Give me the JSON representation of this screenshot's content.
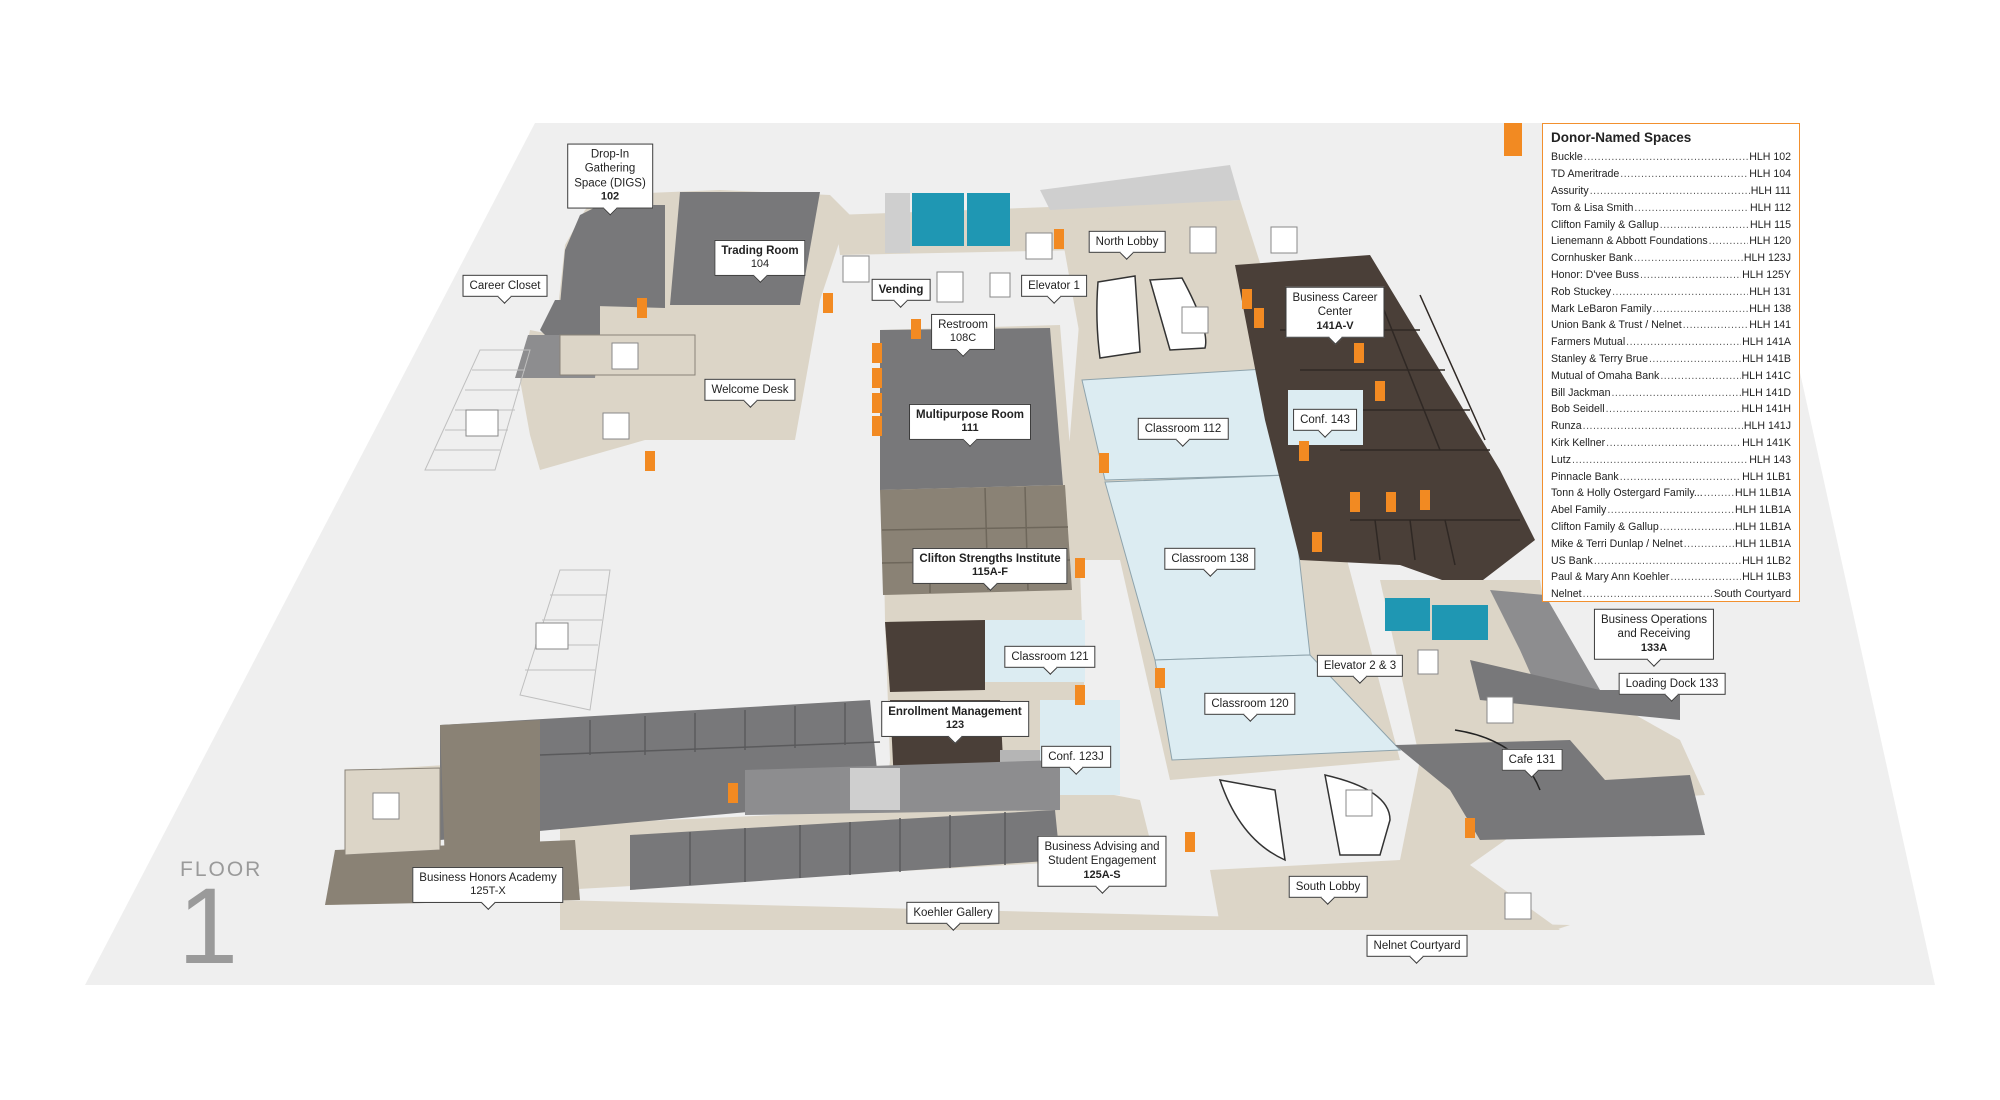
{
  "floor": {
    "word": "FLOOR",
    "number": "1"
  },
  "colors": {
    "donor_orange": "#f28a22",
    "restroom_teal": "#1f97b3",
    "classroom_blue": "#dcecf2",
    "corridor_beige": "#dcd5c7",
    "dark_brown": "#4a3f38",
    "office_gray": "#78787a"
  },
  "labels": [
    {
      "id": "drop-in",
      "name": "Drop-In Gathering Space (DIGS)",
      "lines": [
        "Drop-In",
        "Gathering",
        "Space (DIGS)"
      ],
      "num": "102",
      "bold": false
    },
    {
      "id": "career-closet",
      "name": "Career Closet",
      "num": "",
      "bold": false
    },
    {
      "id": "trading-room",
      "name": "Trading Room",
      "num": "104",
      "bold": true
    },
    {
      "id": "welcome-desk",
      "name": "Welcome Desk",
      "num": "",
      "bold": false
    },
    {
      "id": "vending",
      "name": "Vending",
      "num": "",
      "bold": true
    },
    {
      "id": "restroom",
      "name": "Restroom",
      "num": "108C",
      "bold": false
    },
    {
      "id": "elevator-1",
      "name": "Elevator 1",
      "num": "",
      "bold": false
    },
    {
      "id": "north-lobby",
      "name": "North Lobby",
      "num": "",
      "bold": false
    },
    {
      "id": "business-career-center",
      "name": "Business Career Center",
      "lines": [
        "Business Career",
        "Center"
      ],
      "num": "141A-V",
      "bold": false
    },
    {
      "id": "conf-143",
      "name": "Conf. 143",
      "num": "",
      "bold": false
    },
    {
      "id": "multipurpose-room",
      "name": "Multipurpose Room",
      "num": "111",
      "bold": true
    },
    {
      "id": "classroom-112",
      "name": "Classroom 112",
      "num": "",
      "bold": false
    },
    {
      "id": "classroom-138",
      "name": "Classroom 138",
      "num": "",
      "bold": false
    },
    {
      "id": "clifton-strengths",
      "name": "Clifton Strengths Institute",
      "num": "115A-F",
      "bold": true
    },
    {
      "id": "classroom-121",
      "name": "Classroom 121",
      "num": "",
      "bold": false
    },
    {
      "id": "classroom-120",
      "name": "Classroom 120",
      "num": "",
      "bold": false
    },
    {
      "id": "elevator-2-3",
      "name": "Elevator 2 & 3",
      "num": "",
      "bold": false
    },
    {
      "id": "business-operations",
      "name": "Business Operations and Receiving",
      "lines": [
        "Business Operations",
        "and Receiving"
      ],
      "num": "133A",
      "bold": false
    },
    {
      "id": "loading-dock",
      "name": "Loading Dock 133",
      "num": "",
      "bold": false
    },
    {
      "id": "enrollment-management",
      "name": "Enrollment Management",
      "num": "123",
      "bold": true
    },
    {
      "id": "conf-123j",
      "name": "Conf. 123J",
      "num": "",
      "bold": false
    },
    {
      "id": "cafe-131",
      "name": "Cafe 131",
      "num": "",
      "bold": false
    },
    {
      "id": "business-advising",
      "name": "Business Advising and Student Engagement",
      "lines": [
        "Business Advising and",
        "Student Engagement"
      ],
      "num": "125A-S",
      "bold": false
    },
    {
      "id": "business-honors",
      "name": "Business Honors Academy",
      "num": "125T-X",
      "bold": false
    },
    {
      "id": "koehler-gallery",
      "name": "Koehler Gallery",
      "num": "",
      "bold": false
    },
    {
      "id": "south-lobby",
      "name": "South Lobby",
      "num": "",
      "bold": false
    },
    {
      "id": "nelnet-courtyard",
      "name": "Nelnet Courtyard",
      "num": "",
      "bold": false
    }
  ],
  "legend": {
    "title": "Donor-Named Spaces",
    "entries": [
      {
        "name": "Buckle",
        "room": "HLH 102"
      },
      {
        "name": "TD Ameritrade",
        "room": "HLH 104"
      },
      {
        "name": "Assurity",
        "room": "HLH 111"
      },
      {
        "name": "Tom & Lisa Smith",
        "room": "HLH 112"
      },
      {
        "name": "Clifton Family & Gallup",
        "room": "HLH 115"
      },
      {
        "name": "Lienemann & Abbott Foundations",
        "room": "HLH 120"
      },
      {
        "name": "Cornhusker Bank",
        "room": "HLH 123J"
      },
      {
        "name": "Honor: D'vee Buss",
        "room": "HLH 125Y"
      },
      {
        "name": "Rob Stuckey",
        "room": "HLH 131"
      },
      {
        "name": "Mark LeBaron Family",
        "room": "HLH 138"
      },
      {
        "name": "Union Bank & Trust / Nelnet",
        "room": "HLH 141"
      },
      {
        "name": "Farmers Mutual",
        "room": "HLH 141A"
      },
      {
        "name": "Stanley & Terry Brue",
        "room": "HLH 141B"
      },
      {
        "name": "Mutual of Omaha Bank",
        "room": "HLH 141C"
      },
      {
        "name": "Bill Jackman",
        "room": "HLH 141D"
      },
      {
        "name": "Bob Seidell",
        "room": "HLH 141H"
      },
      {
        "name": "Runza",
        "room": "HLH 141J"
      },
      {
        "name": "Kirk Kellner",
        "room": "HLH 141K"
      },
      {
        "name": "Lutz",
        "room": "HLH 143"
      },
      {
        "name": "Pinnacle Bank",
        "room": "HLH 1LB1"
      },
      {
        "name": "Tonn & Holly Ostergard Family...",
        "room": "HLH 1LB1A"
      },
      {
        "name": "Abel Family",
        "room": "HLH 1LB1A"
      },
      {
        "name": "Clifton Family & Gallup",
        "room": "HLH 1LB1A"
      },
      {
        "name": "Mike & Terri Dunlap / Nelnet",
        "room": "HLH 1LB1A"
      },
      {
        "name": "US Bank",
        "room": "HLH 1LB2"
      },
      {
        "name": "Paul & Mary Ann Koehler",
        "room": "HLH 1LB3"
      },
      {
        "name": "Nelnet",
        "room": "South Courtyard"
      }
    ]
  }
}
